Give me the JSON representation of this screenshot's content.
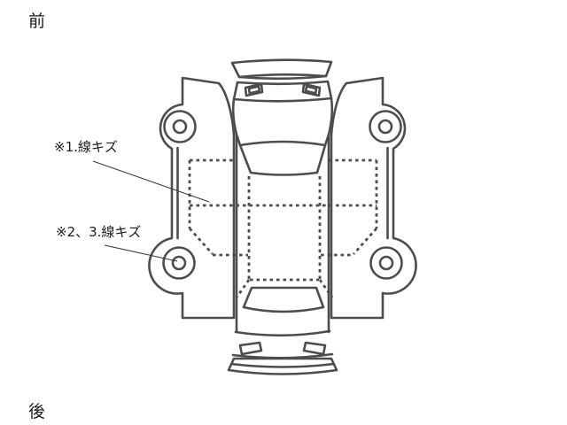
{
  "page": {
    "background_color": "#ffffff"
  },
  "diagram": {
    "type": "vehicle-condition-unfolded-view",
    "stroke_color": "#4d4d4d",
    "label_color": "#1a1a1a",
    "front_label": "前",
    "rear_label": "後",
    "annotations": [
      {
        "label": "※1.線キズ",
        "target": "left-front-door-area"
      },
      {
        "label": "※2、3.線キズ",
        "target": "left-rear-wheel"
      }
    ]
  }
}
